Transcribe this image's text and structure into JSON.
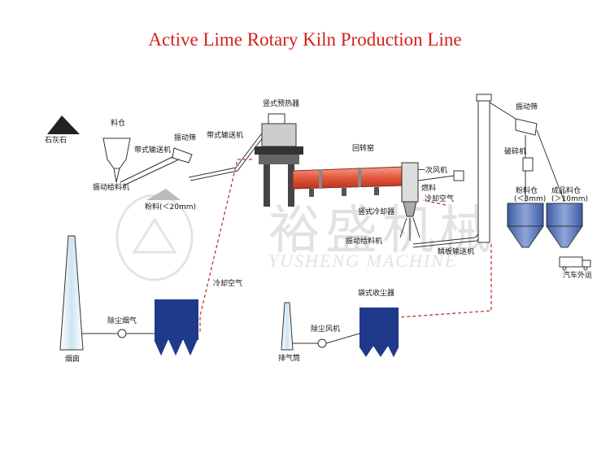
{
  "title": "Active Lime Rotary Kiln Production Line",
  "watermark": {
    "cn": "裕盛机械",
    "en": "YUSHENG MACHINE"
  },
  "colors": {
    "title": "#d4201a",
    "kiln": "#e3573c",
    "silo": "#4e6fb8",
    "dust": "#1f3a8a",
    "air_line": "#c0392b"
  },
  "labels": {
    "limestone": "石灰石",
    "hopper": "料仓",
    "belt1": "带式输送机",
    "vib_feeder1": "振动给料机",
    "vib_screen1": "振动筛",
    "belt2": "带式输送机",
    "fines": "粉料(＜20mm)",
    "preheater": "竖式预热器",
    "rotary_kiln": "回转窑",
    "primary_fan": "一次风机",
    "fuel": "燃料",
    "cooling_air1": "冷却空气",
    "vertical_cooler": "竖式冷却器",
    "vib_feeder2": "振动给料机",
    "apron_conveyor": "鳞板输送机",
    "vib_screen2": "振动筛",
    "crusher": "破碎机",
    "powder_bin": "粉料仓",
    "powder_bin_size": "(＜3mm)",
    "product_bin": "成品料仓",
    "product_bin_size": "(＞10mm)",
    "truck": "汽车外运",
    "chimney": "烟囱",
    "dust_flue": "除尘烟气",
    "cooling_air2": "冷却空气",
    "bag_filter": "袋式收尘器",
    "dust_fan": "除尘风机",
    "exhaust_stack": "排气筒"
  }
}
